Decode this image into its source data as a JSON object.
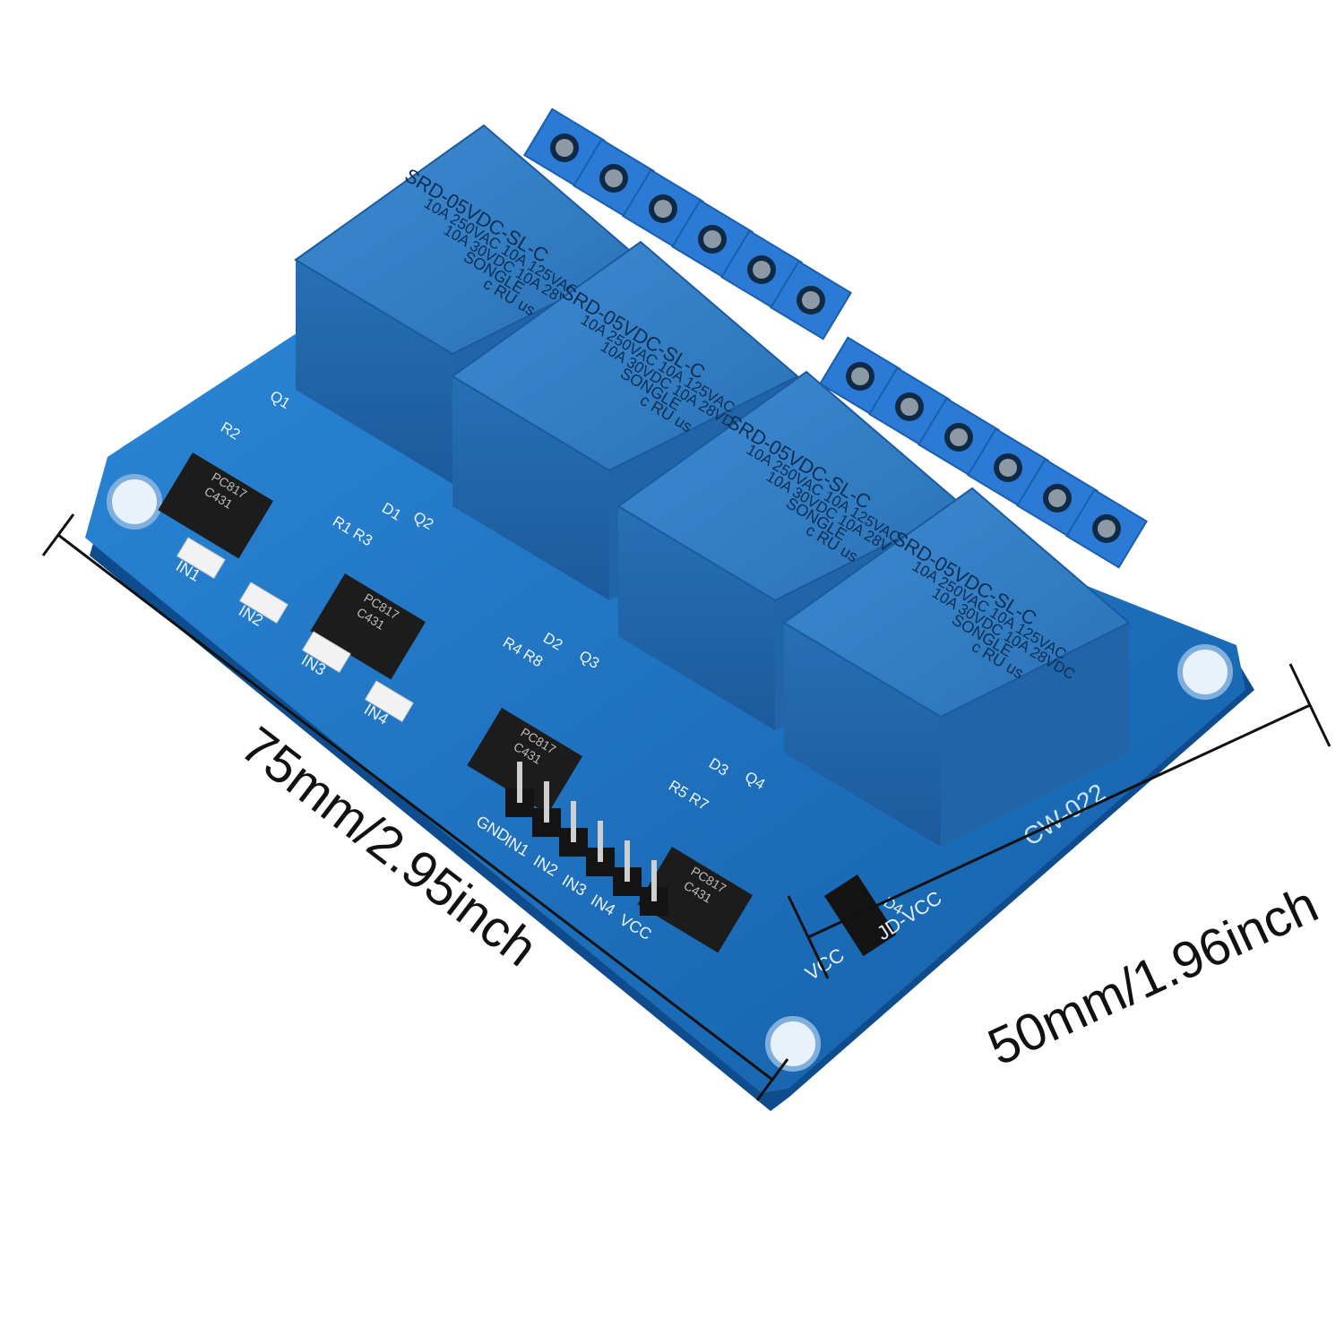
{
  "product": {
    "board_code": "CW-022",
    "pin_labels": [
      "GND",
      "IN1",
      "IN2",
      "IN3",
      "IN4",
      "VCC"
    ],
    "led_labels": [
      "IN1",
      "IN2",
      "IN3",
      "IN4"
    ],
    "jumper_labels": [
      "JD-VCC",
      "VCC"
    ],
    "relay_count": 4,
    "relay_text": {
      "model": "SRD-05VDC-SL-C",
      "rating_line_1": "10A 250VAC   10A 125VAC",
      "rating_line_2": "10A 30VDC   10A 28VDC",
      "brand": "SONGLE",
      "cert_mark": "c RU us"
    },
    "optocoupler_text": {
      "line_1": "PC817",
      "line_2": "C431"
    },
    "reference_labels": [
      "Q1",
      "Q2",
      "Q3",
      "Q4",
      "D1",
      "D2",
      "D3",
      "D4",
      "R1 R3",
      "R4 R8",
      "R5 R7",
      "R2"
    ]
  },
  "dimensions": {
    "length": "75mm/2.95inch",
    "width": "50mm/1.96inch"
  },
  "colors": {
    "pcb": "#1d6fc0",
    "pcb_edge": "#0f4f94",
    "relay": "#2a76c2",
    "relay_dark": "#1b5a9c",
    "terminal": "#2a7ad6",
    "chip": "#1c1c1c",
    "dimension_line": "#111111"
  }
}
